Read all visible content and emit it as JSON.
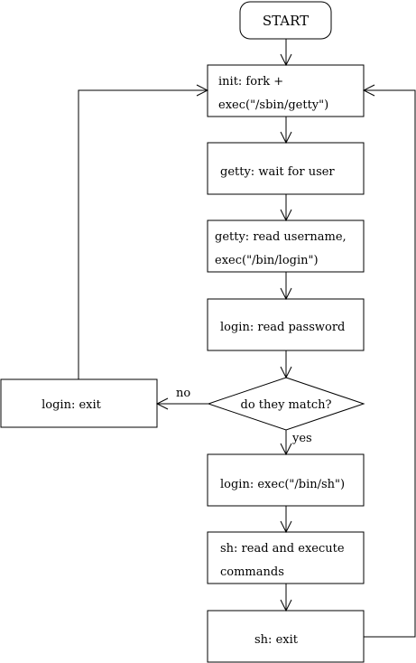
{
  "start": {
    "label": "START"
  },
  "steps": {
    "init": {
      "line1": "init: fork +",
      "line2": "exec(\"/sbin/getty\")"
    },
    "getty_wait": {
      "label": "getty: wait for user"
    },
    "getty_read": {
      "line1": "getty: read username,",
      "line2": "exec(\"/bin/login\")"
    },
    "login_read": {
      "label": "login: read password"
    },
    "decision": {
      "label": "do they match?"
    },
    "login_exit": {
      "label": "login: exit"
    },
    "login_exec": {
      "label": "login: exec(\"/bin/sh\")"
    },
    "sh_read": {
      "line1": "sh: read and execute",
      "line2": "commands"
    },
    "sh_exit": {
      "label": "sh: exit"
    }
  },
  "edges": {
    "no": "no",
    "yes": "yes"
  }
}
